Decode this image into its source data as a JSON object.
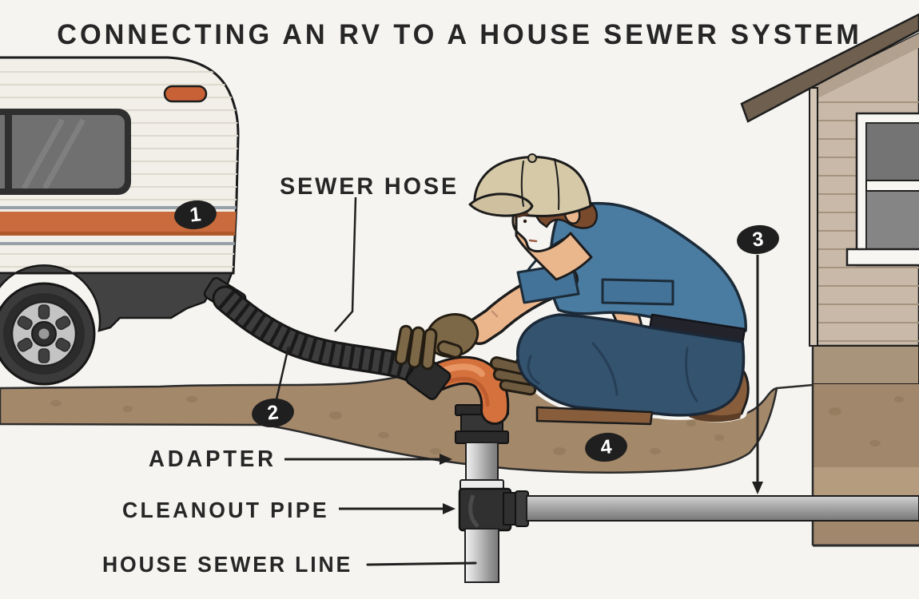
{
  "title": "CONNECTING AN RV TO A HOUSE SEWER SYSTEM",
  "labels": {
    "sewer_hose": "SEWER HOSE",
    "adapter": "ADAPTER",
    "cleanout_pipe": "CLEANOUT PIPE",
    "house_sewer_line": "HOUSE SEWER LINE"
  },
  "badges": [
    "1",
    "2",
    "3",
    "4"
  ],
  "colors": {
    "background": "#f5f4f1",
    "label_text": "#262626",
    "badge_bg": "#1f1f1f",
    "badge_text": "#ffffff",
    "leader_line": "#1f1f1f",
    "dirt_brown": "#a3886a",
    "dirt_light_band": "#b59c7f",
    "rv_body": "#f1efe8",
    "rv_stripe_orange": "#c96b3c",
    "elbow_orange": "#d5713d",
    "worker_shirt_blue": "#4a7ca2",
    "worker_jeans_blue": "#34536f",
    "worker_cap_tan": "#d6c9a7",
    "glove_brown": "#7c6746",
    "boot_brown": "#875d3b",
    "house_siding_tan": "#c8b9a8",
    "roof_brown": "#6e5f4f",
    "pipe_gray": "#9c9c9c",
    "fitting_black": "#303030"
  }
}
